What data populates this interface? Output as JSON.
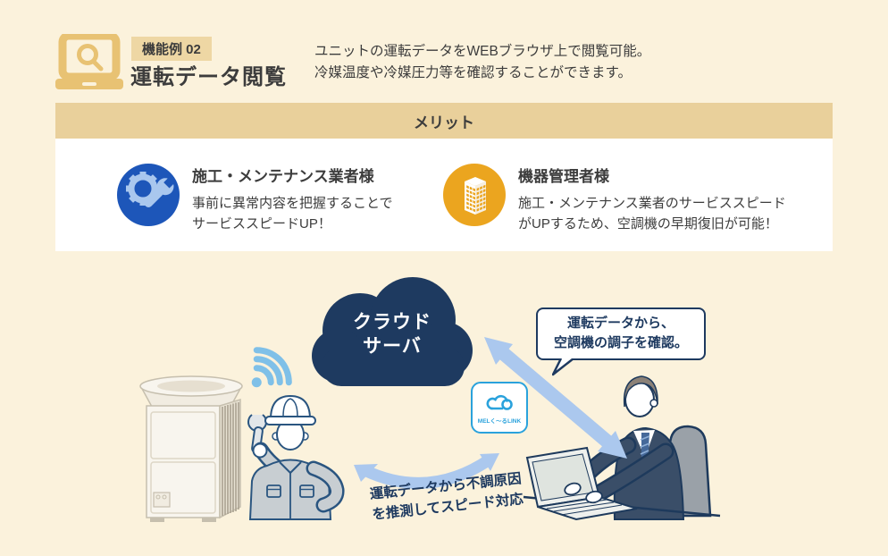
{
  "colors": {
    "page_bg": "#fbf2dc",
    "panel_bg": "#ffffff",
    "tan_bar": "#e9d09b",
    "badge_bg": "#eed7a4",
    "gold_icon": "#e8c273",
    "text_dark": "#3c3c3c",
    "blue_circle": "#1d56b9",
    "icon_light_blue": "#a9c7ee",
    "orange_circle": "#eba51f",
    "navy": "#1e3a60",
    "arrow_blue": "#abc8ee",
    "wifi_blue": "#7fc0e8",
    "mel_blue": "#2aa2dc"
  },
  "header": {
    "icon": "laptop-search-icon",
    "badge": "機能例 02",
    "title": "運転データ閲覧",
    "description_line1": "ユニットの運転データをWEBブラウザ上で閲覧可能。",
    "description_line2": "冷媒温度や冷媒圧力等を確認することができます。"
  },
  "merit": {
    "bar_label": "メリット",
    "items": [
      {
        "icon": "wrench-gear-icon",
        "icon_color": "#1d56b9",
        "title": "施工・メンテナンス業者様",
        "line1": "事前に異常内容を把握することで",
        "line2": "サービススピードUP！"
      },
      {
        "icon": "building-icon",
        "icon_color": "#eba51f",
        "title": "機器管理者様",
        "line1": "施工・メンテナンス業者のサービススピード",
        "line2": "がUPするため、空調機の早期復旧が可能！"
      }
    ]
  },
  "diagram": {
    "cloud_label_line1": "クラウド",
    "cloud_label_line2": "サーバ",
    "bubble_line1": "運転データから、",
    "bubble_line2": "空調機の調子を確認。",
    "badge_label": "MELく〜るLINK",
    "caption_line1": "運転データから不調原因",
    "caption_line2": "を推測してスピード対応"
  }
}
